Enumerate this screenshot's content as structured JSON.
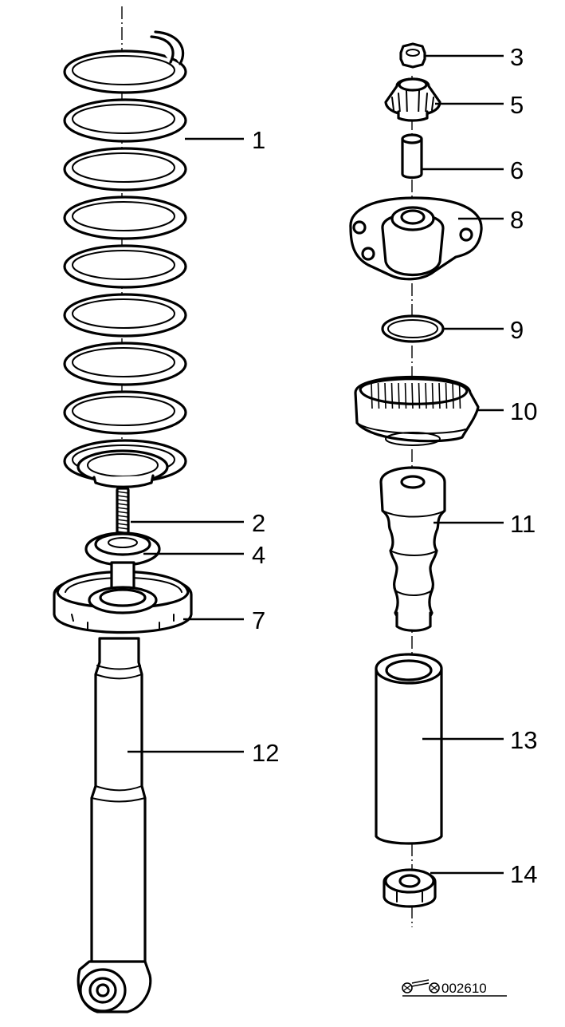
{
  "callouts": [
    {
      "id": "1",
      "text": "1"
    },
    {
      "id": "2",
      "text": "2"
    },
    {
      "id": "3",
      "text": "3"
    },
    {
      "id": "4",
      "text": "4"
    },
    {
      "id": "5",
      "text": "5"
    },
    {
      "id": "6",
      "text": "6"
    },
    {
      "id": "7",
      "text": "7"
    },
    {
      "id": "8",
      "text": "8"
    },
    {
      "id": "9",
      "text": "9"
    },
    {
      "id": "10",
      "text": "10"
    },
    {
      "id": "11",
      "text": "11"
    },
    {
      "id": "12",
      "text": "12"
    },
    {
      "id": "13",
      "text": "13"
    },
    {
      "id": "14",
      "text": "14"
    }
  ],
  "figure_ref": "002610"
}
